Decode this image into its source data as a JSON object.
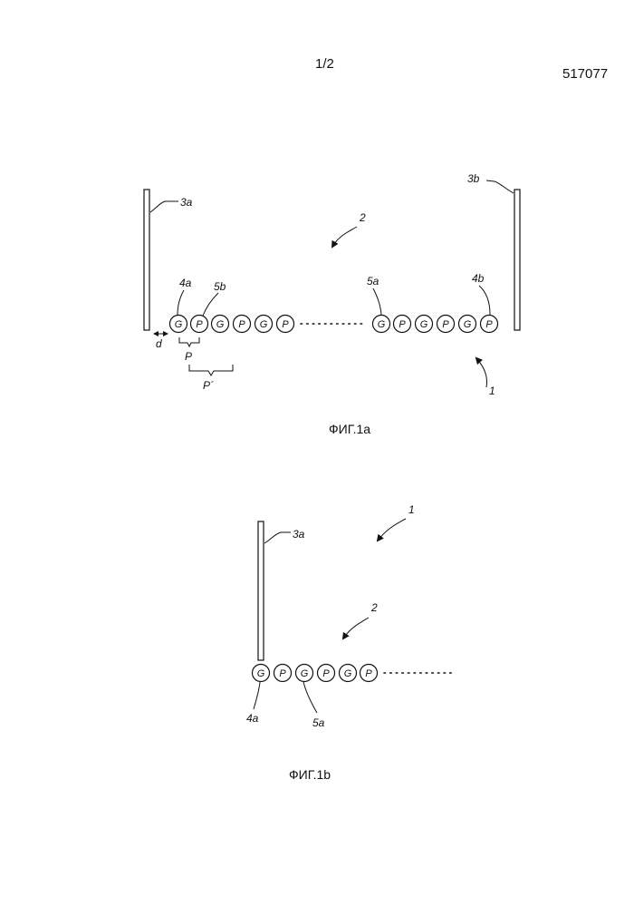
{
  "header": {
    "sheet_number": "1/2",
    "document_number": "517077"
  },
  "figure_1a": {
    "caption": "ФИГ.1а",
    "labels": {
      "wall_left": "3a",
      "wall_right": "3b",
      "chain": "2",
      "device": "1",
      "first_ring": "4a",
      "last_ring": "4b",
      "ring_5a": "5a",
      "ring_5b": "5b",
      "gap": "d",
      "pitch": "P",
      "double_pitch": "P´"
    },
    "left_group": [
      "G",
      "P",
      "G",
      "P",
      "G",
      "P"
    ],
    "right_group": [
      "G",
      "P",
      "G",
      "P",
      "G",
      "P"
    ]
  },
  "figure_1b": {
    "caption": "ФИГ.1b",
    "labels": {
      "wall_left": "3a",
      "device": "1",
      "chain": "2",
      "first_ring": "4a",
      "ring_5a": "5a"
    },
    "group": [
      "G",
      "P",
      "G",
      "P",
      "G",
      "P"
    ]
  },
  "colors": {
    "ink": "#111111",
    "paper": "#ffffff"
  }
}
